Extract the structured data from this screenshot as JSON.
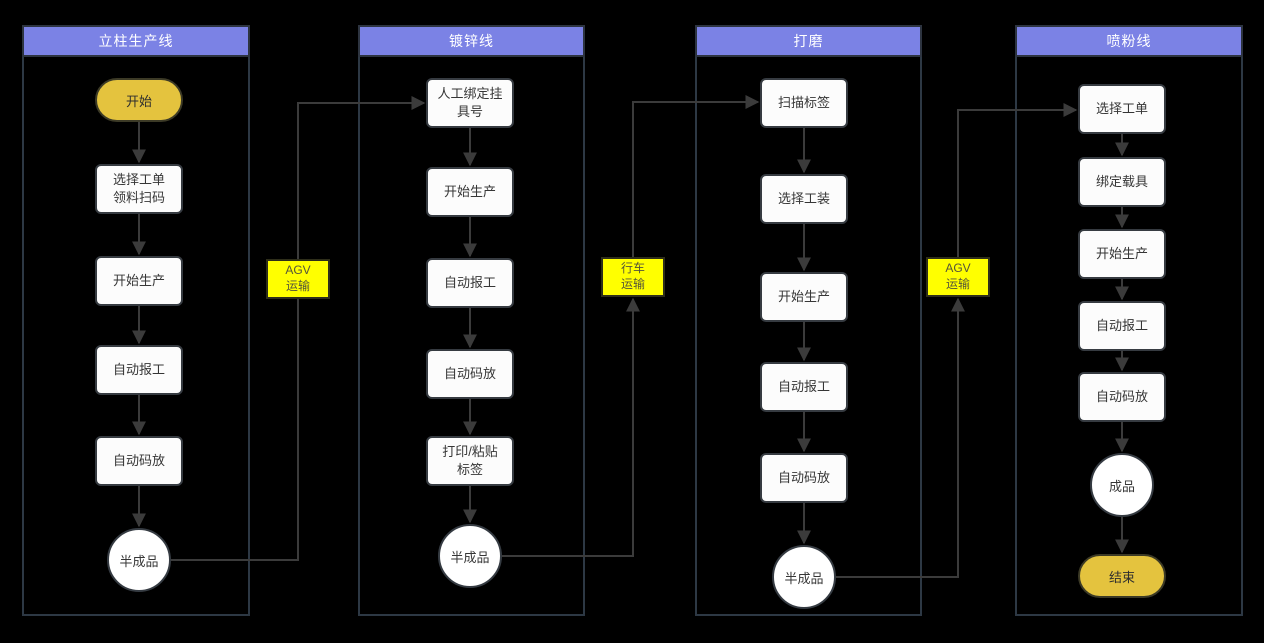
{
  "diagram": {
    "colors": {
      "background": "#000000",
      "lane_border": "#2d3844",
      "lane_header_bg": "#7b82e5",
      "lane_header_text": "#ffffff",
      "process_box_bg": "#fcfcfc",
      "terminal_bg": "#e4c33e",
      "transport_bg": "#ffff00",
      "connector": "#3b3b3b"
    },
    "lanes": [
      {
        "title": "立柱生产线",
        "nodes": [
          {
            "type": "start",
            "label": "开始"
          },
          {
            "type": "process",
            "label": "选择工单\n领料扫码"
          },
          {
            "type": "process",
            "label": "开始生产"
          },
          {
            "type": "process",
            "label": "自动报工"
          },
          {
            "type": "process",
            "label": "自动码放"
          },
          {
            "type": "product",
            "label": "半成品"
          }
        ]
      },
      {
        "title": "镀锌线",
        "nodes": [
          {
            "type": "process",
            "label": "人工绑定挂\n具号"
          },
          {
            "type": "process",
            "label": "开始生产"
          },
          {
            "type": "process",
            "label": "自动报工"
          },
          {
            "type": "process",
            "label": "自动码放"
          },
          {
            "type": "process",
            "label": "打印/粘贴\n标签"
          },
          {
            "type": "product",
            "label": "半成品"
          }
        ]
      },
      {
        "title": "打磨",
        "nodes": [
          {
            "type": "process",
            "label": "扫描标签"
          },
          {
            "type": "process",
            "label": "选择工装"
          },
          {
            "type": "process",
            "label": "开始生产"
          },
          {
            "type": "process",
            "label": "自动报工"
          },
          {
            "type": "process",
            "label": "自动码放"
          },
          {
            "type": "product",
            "label": "半成品"
          }
        ]
      },
      {
        "title": "喷粉线",
        "nodes": [
          {
            "type": "process",
            "label": "选择工单"
          },
          {
            "type": "process",
            "label": "绑定载具"
          },
          {
            "type": "process",
            "label": "开始生产"
          },
          {
            "type": "process",
            "label": "自动报工"
          },
          {
            "type": "process",
            "label": "自动码放"
          },
          {
            "type": "product",
            "label": "成品"
          },
          {
            "type": "end",
            "label": "结束"
          }
        ]
      }
    ],
    "transports": [
      {
        "label": "AGV\n运输"
      },
      {
        "label": "行车\n运输"
      },
      {
        "label": "AGV\n运输"
      }
    ]
  }
}
